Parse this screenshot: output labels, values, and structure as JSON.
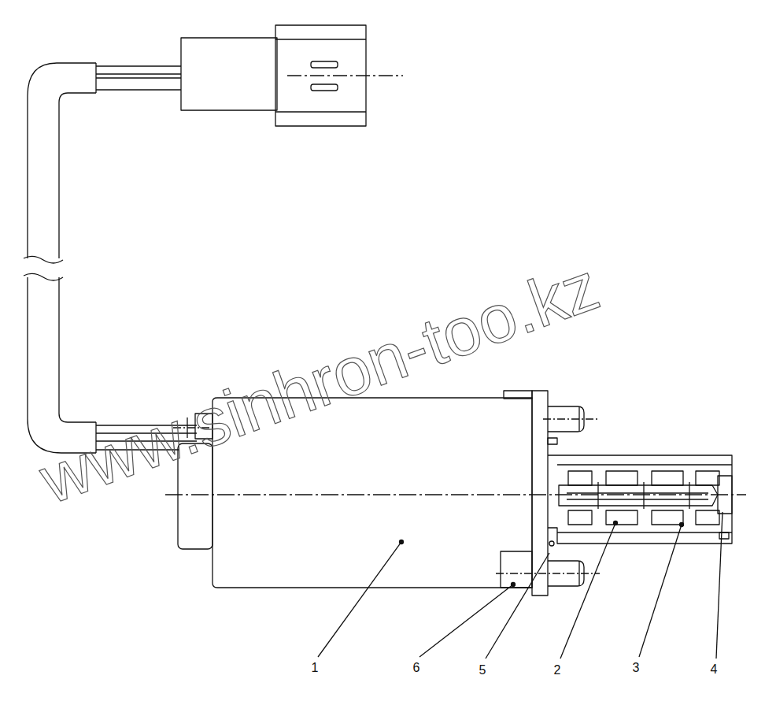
{
  "diagram": {
    "labels": [
      "1",
      "6",
      "5",
      "2",
      "3",
      "4",
      "www.sinhron-too.kz"
    ]
  }
}
